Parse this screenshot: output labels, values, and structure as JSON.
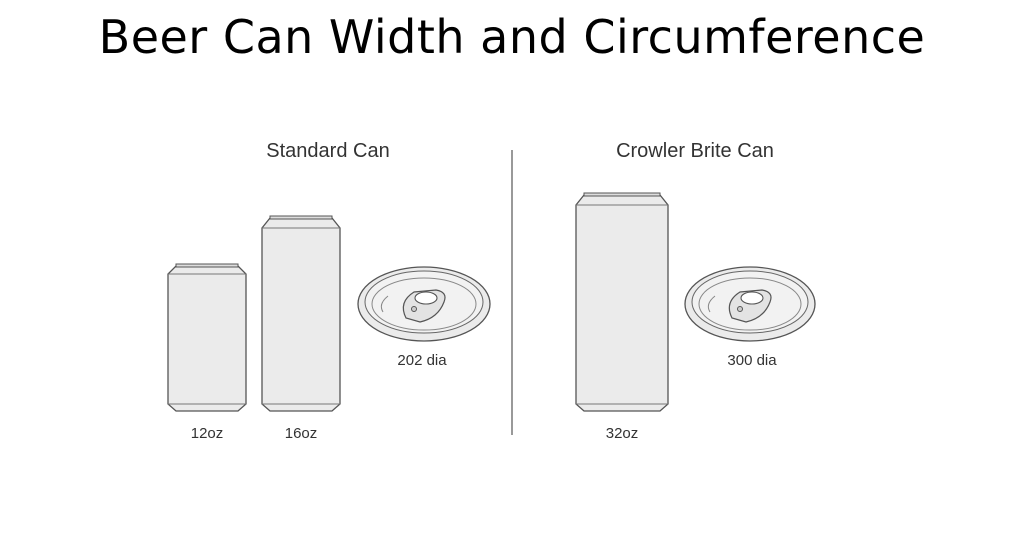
{
  "title": "Beer Can Width and Circumference",
  "sections": {
    "standard": {
      "title": "Standard Can",
      "cans": [
        {
          "label": "12oz"
        },
        {
          "label": "16oz"
        }
      ],
      "lid_label": "202 dia"
    },
    "crowler": {
      "title": "Crowler Brite Can",
      "cans": [
        {
          "label": "32oz"
        }
      ],
      "lid_label": "300 dia"
    }
  },
  "colors": {
    "can_fill": "#ebebeb",
    "can_stroke": "#555555",
    "divider": "#999999"
  }
}
